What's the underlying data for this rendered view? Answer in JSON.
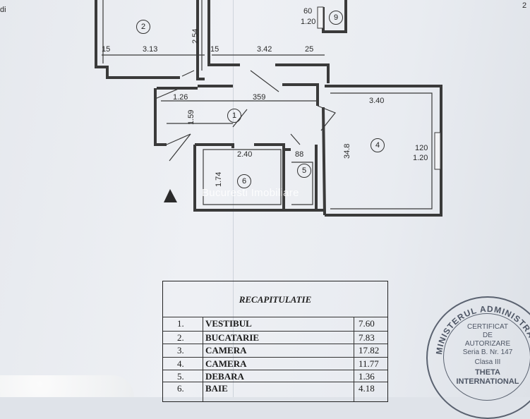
{
  "plan": {
    "rooms": [
      {
        "num": "1"
      },
      {
        "num": "2"
      },
      {
        "num": "4"
      },
      {
        "num": "5"
      },
      {
        "num": "6"
      },
      {
        "num": "9"
      }
    ],
    "dimensions": {
      "d_2_54": "2.54",
      "d_15_a": "15",
      "d_3_13": "3.13",
      "d_15_b": "15",
      "d_3_42": "3.42",
      "d_25": "25",
      "d_60": "60",
      "d_1_20_top": "1.20",
      "d_1_26": "1.26",
      "d_359": "359",
      "d_3_40": "3.40",
      "d_1_59": "1.59",
      "d_3_48": "34.8",
      "d_2_40": "2.40",
      "d_88": "88",
      "d_1_74": "1.74",
      "d_120": "120",
      "d_1_20_right": "1.20",
      "d_2_top": "2",
      "d_di": "di"
    },
    "watermark": "Bucuresti Imobiliare"
  },
  "recap": {
    "title": "RECAPITULATIE",
    "rows": [
      {
        "n": "1.",
        "name": "VESTIBUL",
        "area": "7.60"
      },
      {
        "n": "2.",
        "name": "BUCATARIE",
        "area": "7.83"
      },
      {
        "n": "3.",
        "name": "CAMERA",
        "area": "17.82"
      },
      {
        "n": "4.",
        "name": "CAMERA",
        "area": "11.77"
      },
      {
        "n": "5.",
        "name": "DEBARA",
        "area": "1.36"
      },
      {
        "n": "6.",
        "name": "BAIE",
        "area": "4.18"
      }
    ]
  },
  "stamp": {
    "ring": "MINISTERUL ADMINISTRATI",
    "lines": [
      "CERTIFICAT",
      "DE",
      "AUTORIZARE",
      "Seria B. Nr. 147",
      "Clasa III",
      "THETA",
      "INTERNATIONAL"
    ]
  }
}
